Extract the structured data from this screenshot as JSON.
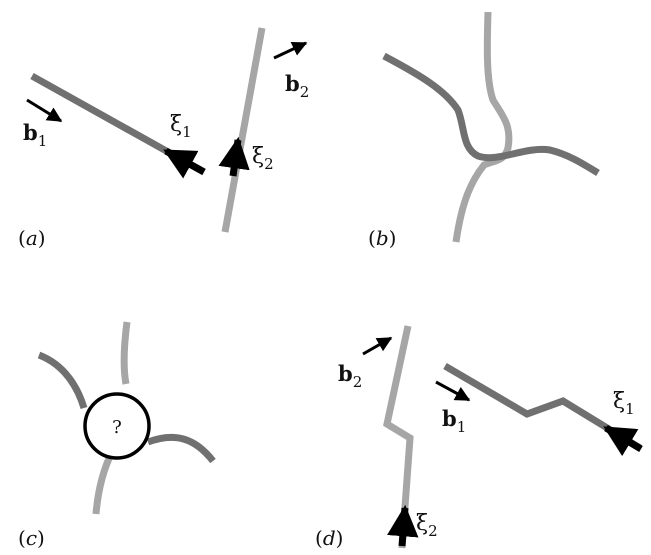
{
  "colors": {
    "dark_line": "#707070",
    "light_line": "#a6a6a6",
    "arrow": "#000000",
    "text": "#111111"
  },
  "panels": [
    {
      "id": "a",
      "open": "(",
      "letter": "a",
      "close": ")",
      "labels": {
        "b1": {
          "main": "b",
          "sub": "1"
        },
        "b2": {
          "main": "b",
          "sub": "2"
        },
        "xi1": {
          "main": "ξ",
          "sub": "1"
        },
        "xi2": {
          "main": "ξ",
          "sub": "2"
        }
      }
    },
    {
      "id": "b",
      "open": "(",
      "letter": "b",
      "close": ")"
    },
    {
      "id": "c",
      "open": "(",
      "letter": "c",
      "close": ")",
      "junction_text": "?"
    },
    {
      "id": "d",
      "open": "(",
      "letter": "d",
      "close": ")",
      "labels": {
        "b1": {
          "main": "b",
          "sub": "1"
        },
        "b2": {
          "main": "b",
          "sub": "2"
        },
        "xi1": {
          "main": "ξ",
          "sub": "1"
        },
        "xi2": {
          "main": "ξ",
          "sub": "2"
        }
      }
    }
  ]
}
